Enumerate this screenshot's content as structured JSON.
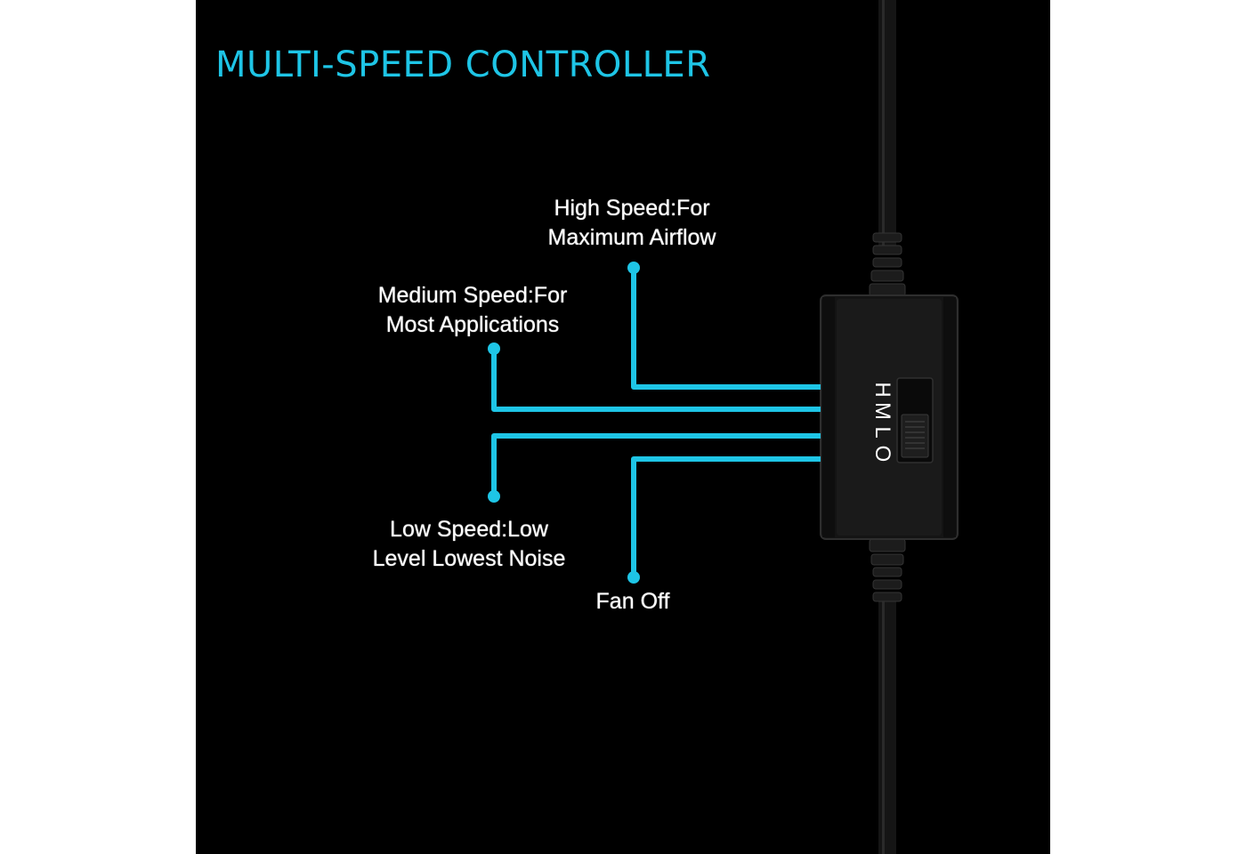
{
  "title": "MULTI-SPEED CONTROLLER",
  "colors": {
    "accent": "#1ec5e6",
    "background": "#000000",
    "label_text": "#ffffff",
    "device_body": "#161616"
  },
  "speeds": [
    {
      "id": "high",
      "lines": [
        "High Speed:For",
        "Maximum Airflow"
      ]
    },
    {
      "id": "medium",
      "lines": [
        "Medium Speed:For",
        "Most Applications"
      ]
    },
    {
      "id": "low",
      "lines": [
        "Low Speed:Low",
        "Level Lowest Noise"
      ]
    },
    {
      "id": "off",
      "lines": [
        "Fan Off"
      ]
    }
  ],
  "switch_letters": [
    "H",
    "M",
    "L",
    "O"
  ]
}
